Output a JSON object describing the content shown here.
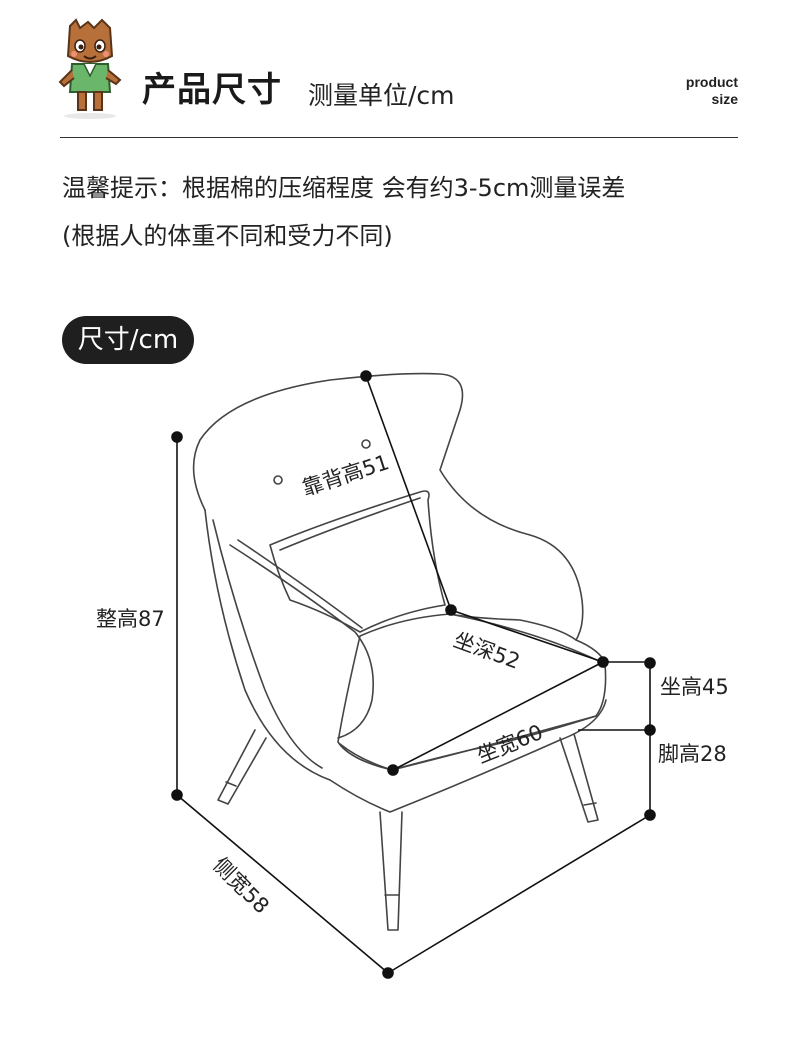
{
  "header": {
    "title": "产品尺寸",
    "unit": "测量单位/cm",
    "brand_line1": "product",
    "brand_line2": "size"
  },
  "tip": {
    "line1": "温馨提示：根据棉的压缩程度 会有约3-5cm测量误差",
    "line2": "(根据人的体重不同和受力不同)"
  },
  "badge": {
    "label": "尺寸/cm"
  },
  "dimensions": {
    "backrest": "靠背高51",
    "seat_depth": "坐深52",
    "seat_width": "坐宽60",
    "total_height": "整高87",
    "seat_height": "坐高45",
    "leg_height": "脚高28",
    "side_width": "侧宽58"
  },
  "colors": {
    "ink": "#222222",
    "badge_bg": "#1f1f1f",
    "badge_text": "#ffffff"
  }
}
